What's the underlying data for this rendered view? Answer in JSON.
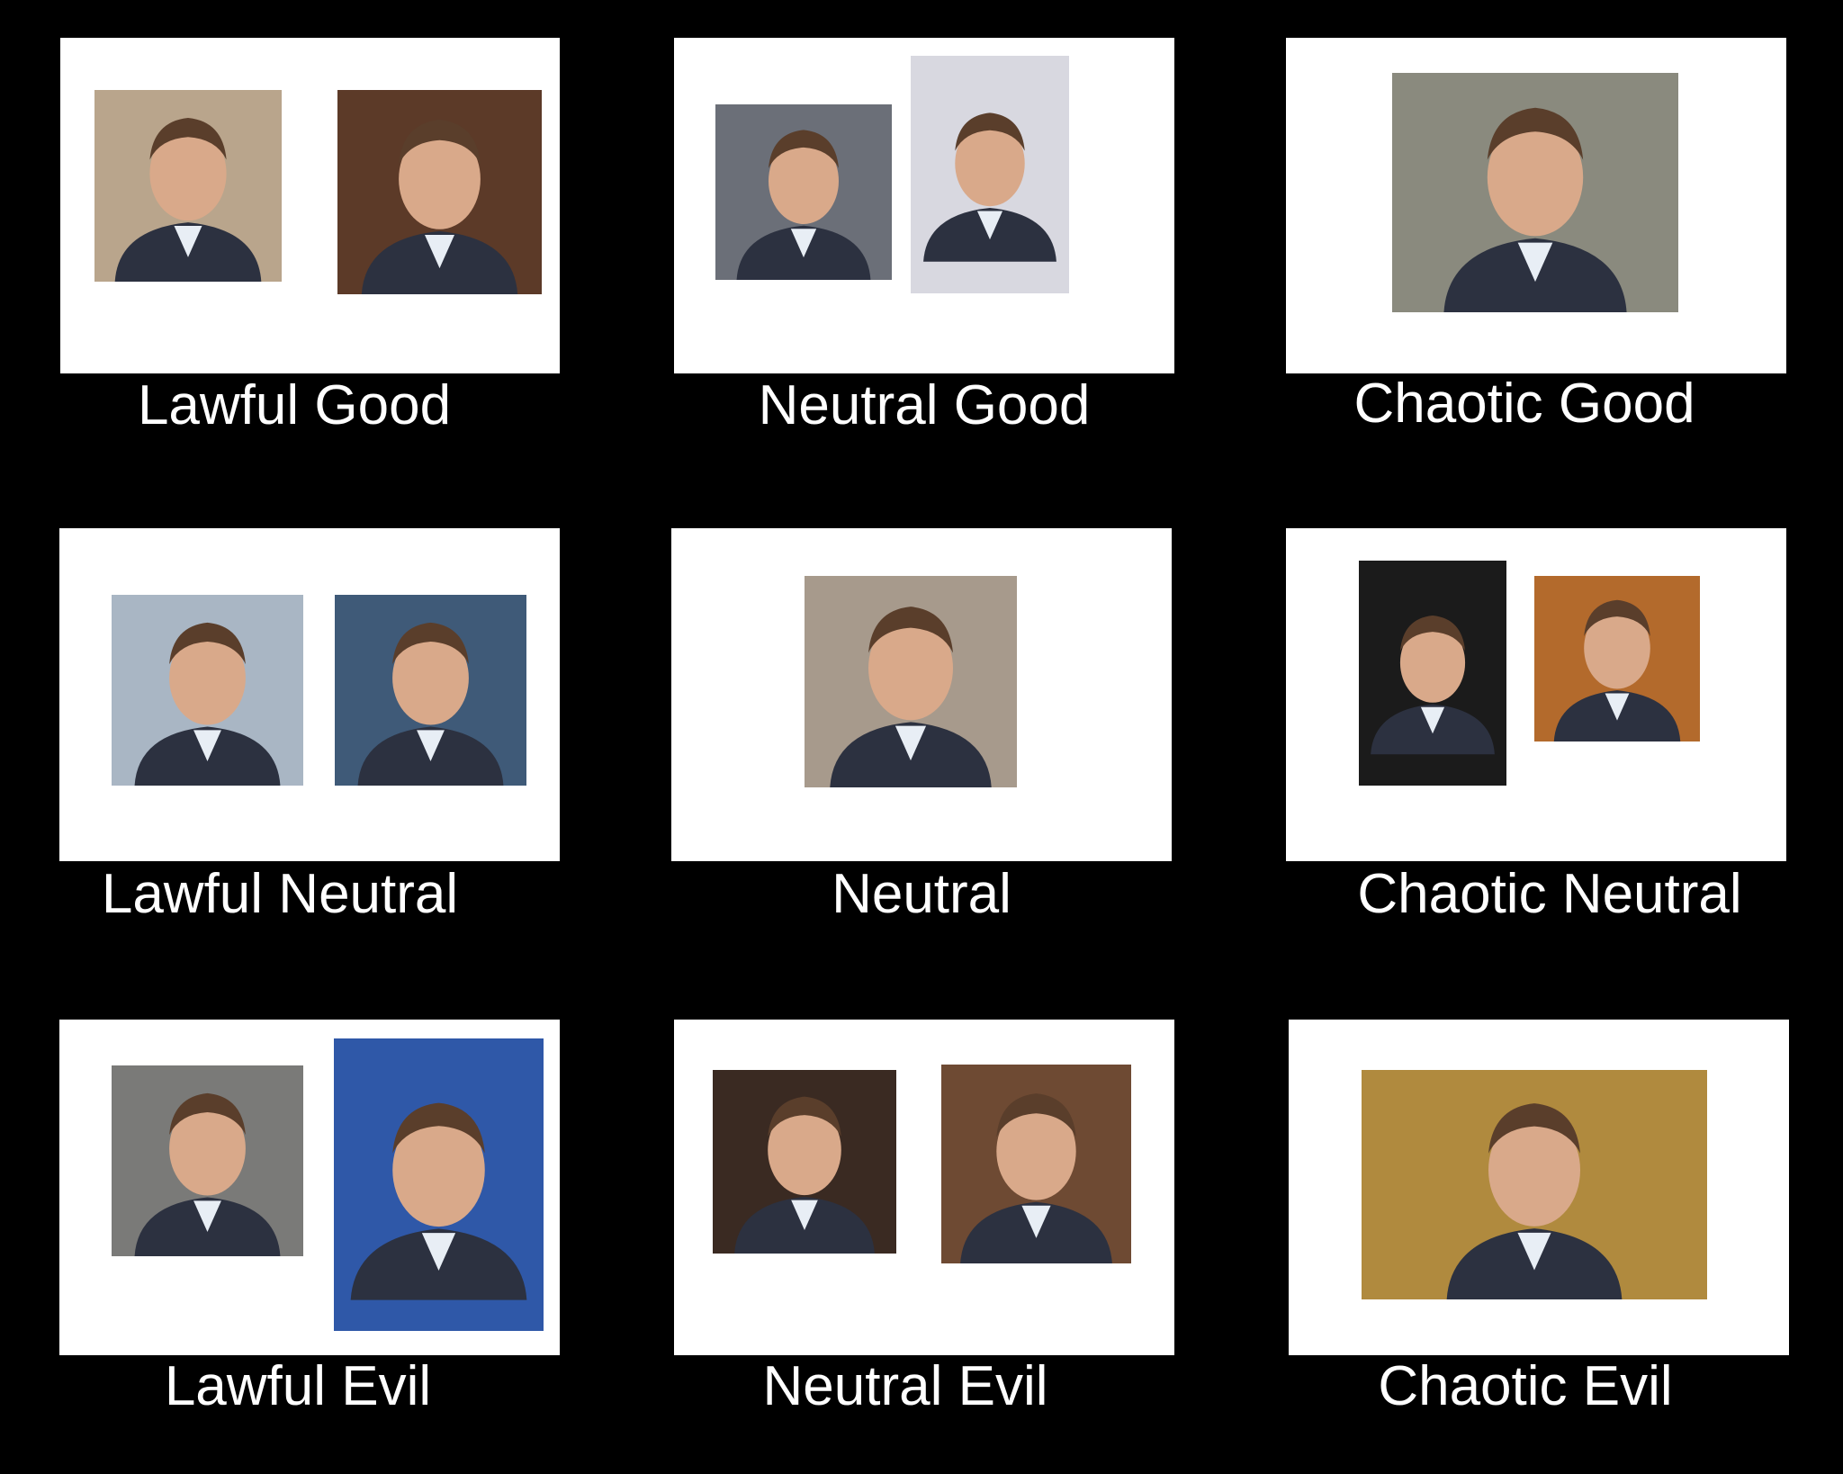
{
  "cells": [
    {
      "label": "Lawful Good"
    },
    {
      "label": "Neutral Good"
    },
    {
      "label": "Chaotic Good"
    },
    {
      "label": "Lawful Neutral"
    },
    {
      "label": "Neutral"
    },
    {
      "label": "Chaotic Neutral"
    },
    {
      "label": "Lawful Evil"
    },
    {
      "label": "Neutral Evil"
    },
    {
      "label": "Chaotic Evil"
    }
  ],
  "colors": {
    "background": "#000000",
    "panel": "#ffffff",
    "label_text": "#ffffff"
  }
}
